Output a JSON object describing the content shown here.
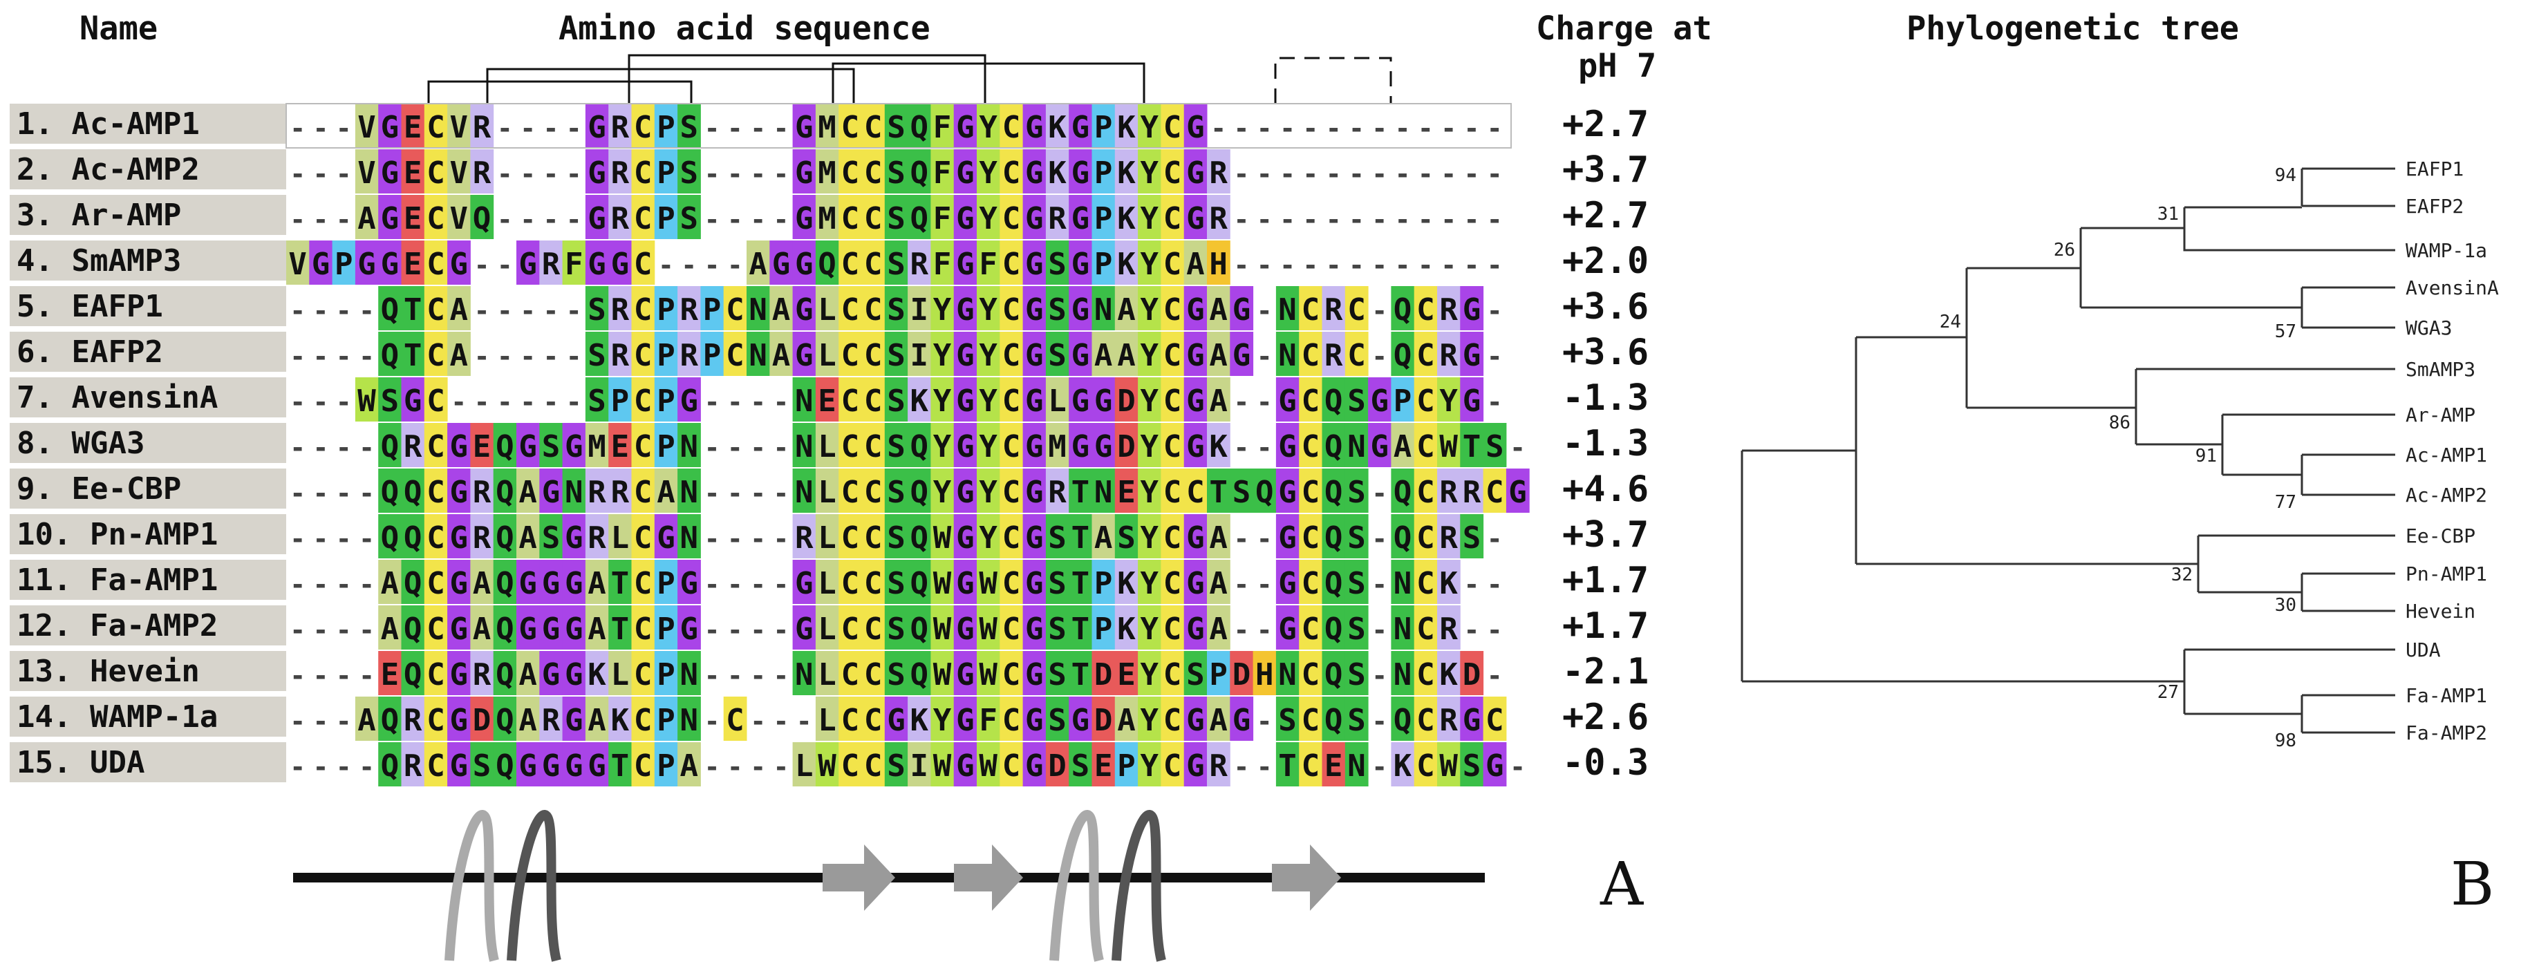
{
  "headers": {
    "name": "Name",
    "sequence": "Amino acid sequence",
    "charge_line1": "Charge at",
    "charge_line2": "pH 7",
    "tree": "Phylogenetic tree"
  },
  "panel_labels": {
    "a": "A",
    "b": "B"
  },
  "alignment": [
    {
      "name": "1. Ac-AMP1",
      "seq": "---VGECVR----GRCPS----GMCCSQFGYCGKGPKYCG-------------",
      "charge": "+2.7"
    },
    {
      "name": "2. Ac-AMP2",
      "seq": "---VGECVR----GRCPS----GMCCSQFGYCGKGPKYCGR------------",
      "charge": "+3.7"
    },
    {
      "name": "3. Ar-AMP",
      "seq": "---AGECVQ----GRCPS----GMCCSQFGYCGRGPKYCGR------------",
      "charge": "+2.7"
    },
    {
      "name": "4. SmAMP3",
      "seq": "VGPGGECG--GRFGGC----AGGQCCSRFGFCGSGPKYCAH------------",
      "charge": "+2.0"
    },
    {
      "name": "5. EAFP1",
      "seq": "----QTCA-----SRCPRPCNAGLCCSIYGYCGSGNAYCGAG-NCRC-QCRG-",
      "charge": "+3.6"
    },
    {
      "name": "6. EAFP2",
      "seq": "----QTCA-----SRCPRPCNAGLCCSIYGYCGSGAAYCGAG-NCRC-QCRG-",
      "charge": "+3.6"
    },
    {
      "name": "7. AvensinA",
      "seq": "---WSGC------SPCPG----NECCSKYGYCGLGGDYCGA--GCQSGPCYG-",
      "charge": "-1.3"
    },
    {
      "name": "8. WGA3",
      "seq": "----QRCGEQGSGMECPN----NLCCSQYGYCGMGGDYCGK--GCQNGACWTS-",
      "charge": "-1.3"
    },
    {
      "name": "9. Ee-CBP",
      "seq": "----QQCGRQAGNRRCAN----NLCCSQYGYCGRTNEYCCTSQGCQS-QCRRCG",
      "charge": "+4.6"
    },
    {
      "name": "10. Pn-AMP1",
      "seq": "----QQCGRQASGRLCGN----RLCCSQWGYCGSTASYCGA--GCQS-QCRS-",
      "charge": "+3.7"
    },
    {
      "name": "11. Fa-AMP1",
      "seq": "----AQCGAQGGGATCPG----GLCCSQWGWCGSTPKYCGA--GCQS-NCK--",
      "charge": "+1.7"
    },
    {
      "name": "12. Fa-AMP2",
      "seq": "----AQCGAQGGGATCPG----GLCCSQWGWCGSTPKYCGA--GCQS-NCR--",
      "charge": "+1.7"
    },
    {
      "name": "13. Hevein",
      "seq": "----EQCGRQAGGKLCPN----NLCCSQWGWCGSTDEYCSPDHNCQS-NCKD-",
      "charge": "-2.1"
    },
    {
      "name": "14. WAMP-1a",
      "seq": "---AQRCGDQARGAKCPN-C---LCCGKYGFCGSGDAYCGAG-SCQS-QCRGC",
      "charge": "+2.6"
    },
    {
      "name": "15. UDA",
      "seq": "----QRCGSQGGGGTCPA----LWCCSIWGWCGDSEPYCGR--TCEN-KCWSG-",
      "charge": "-0.3"
    }
  ],
  "residue_colors": {
    "C": "#f2e44a",
    "G": "#a944e8",
    "P": "#5ec8f0",
    "S": "#3bbf48",
    "T": "#3bbf48",
    "N": "#3bbf48",
    "Q": "#3bbf48",
    "A": "#c8d68a",
    "V": "#c8d68a",
    "L": "#c8d68a",
    "I": "#c8d68a",
    "M": "#c8d68a",
    "F": "#b5e34a",
    "Y": "#b5e34a",
    "W": "#b5e34a",
    "H": "#f4c430",
    "K": "#c7b8f0",
    "R": "#c7b8f0",
    "E": "#e85a5a",
    "D": "#e85a5a"
  },
  "tree": {
    "leaves": [
      "EAFP1",
      "EAFP2",
      "WAMP-1a",
      "AvensinA",
      "WGA3",
      "SmAMP3",
      "Ar-AMP",
      "Ac-AMP1",
      "Ac-AMP2",
      "Ee-CBP",
      "Pn-AMP1",
      "Hevein",
      "UDA",
      "Fa-AMP1",
      "Fa-AMP2"
    ],
    "bootstrap": [
      "94",
      "31",
      "26",
      "57",
      "24",
      "86",
      "91",
      "77",
      "32",
      "30",
      "27",
      "98"
    ]
  }
}
